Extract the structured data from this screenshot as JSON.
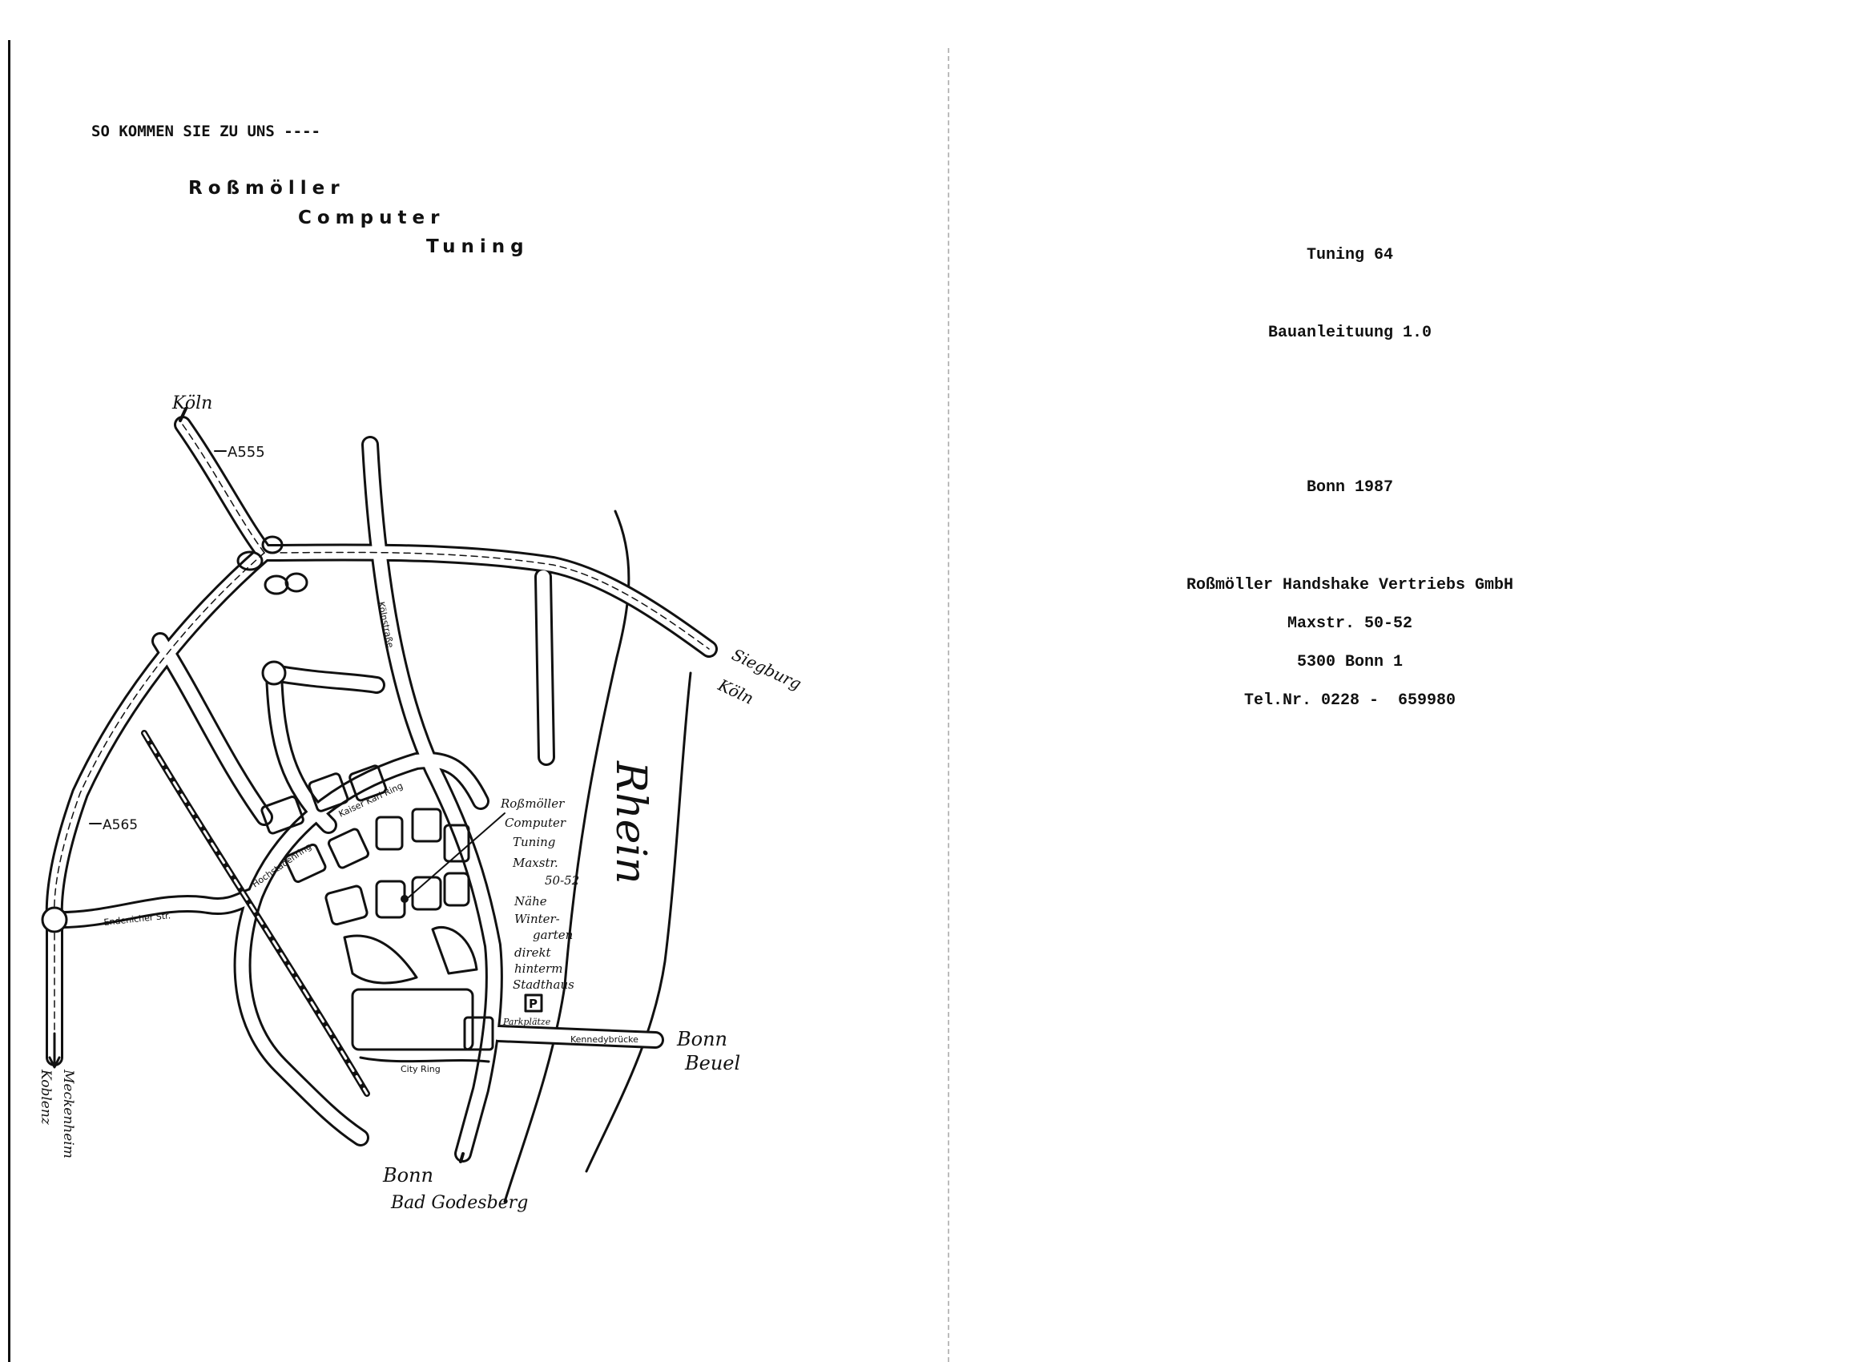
{
  "left_page": {
    "heading": "SO KOMMEN SIE ZU UNS ----",
    "logo_lines": [
      "Roßmöller",
      "Computer",
      "Tuning"
    ]
  },
  "map": {
    "cities": {
      "koeln": "Köln",
      "siegburg": "Siegburg",
      "siegburg_koeln": "Köln",
      "bonn_beuel_1": "Bonn",
      "bonn_beuel_2": "Beuel",
      "godesberg_1": "Bonn",
      "godesberg_2": "Bad Godesberg",
      "meckenheim": "Meckenheim",
      "koblenz": "Koblenz"
    },
    "highways": {
      "a555": "A555",
      "a565": "A565"
    },
    "river": "Rhein",
    "streets": {
      "koelnstrasse": "Kölnstraße",
      "endenicher": "Endenicher Str.",
      "city_ring": "City Ring",
      "kennedy": "Kennedybrücke",
      "hochstaden": "Hochstadenring",
      "kaiser_karl": "Kaiser Karl Ring"
    },
    "annotation": [
      "Roßmöller",
      "Computer",
      "Tuning",
      "Maxstr.",
      "50-52",
      "Nähe",
      "Winter-",
      "garten",
      "direkt",
      "hinterm",
      "Stadthaus"
    ],
    "parking_symbol": "P",
    "parking_label": "Parkplätze"
  },
  "right_page": {
    "title": "Tuning 64",
    "subtitle": "Bauanleituung 1.0",
    "place_year": "Bonn 1987",
    "company": "Roßmöller Handshake Vertriebs GmbH",
    "street": "Maxstr. 50-52",
    "city": "5300 Bonn 1",
    "phone": "Tel.Nr. 0228 -  659980"
  }
}
